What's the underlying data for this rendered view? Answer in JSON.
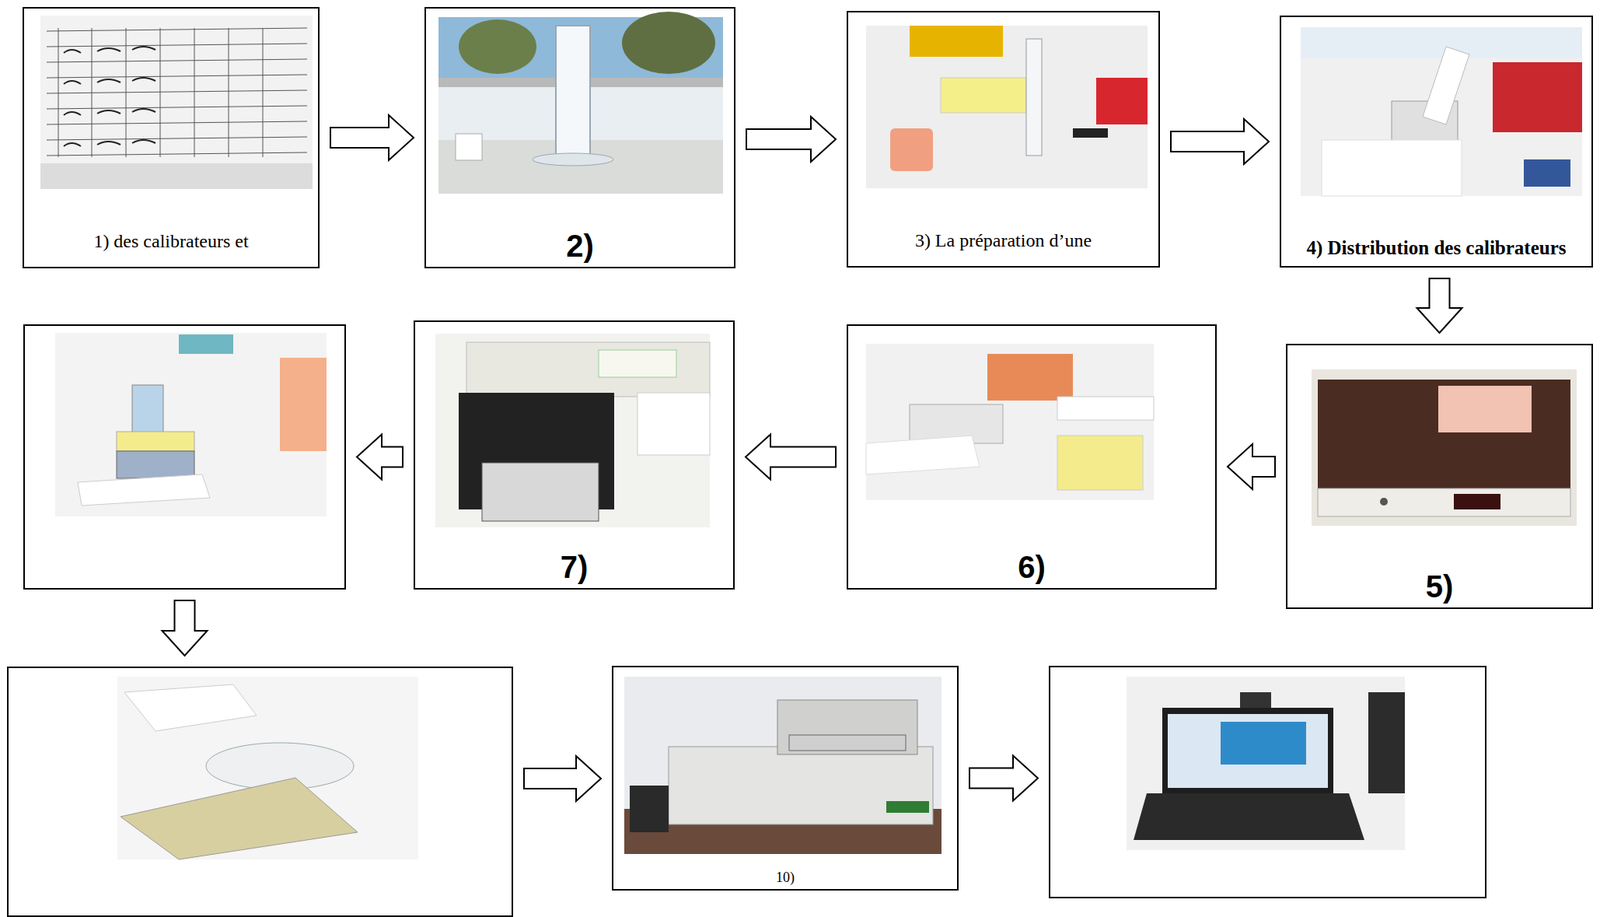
{
  "diagram": {
    "nodes": [
      {
        "text": [
          "1) des calibrateurs et"
        ]
      },
      {
        "text": [
          "2)"
        ]
      },
      {
        "text": [
          "3) La préparation d’une"
        ]
      },
      {
        "text": [
          "4) Distribution des calibrateurs"
        ]
      },
      {
        "text": [
          "5)"
        ]
      },
      {
        "text": [
          "6)"
        ]
      },
      {
        "text": [
          "7)"
        ]
      },
      {
        "text": []
      },
      {
        "text": []
      },
      {
        "text": [
          "10)"
        ]
      },
      {
        "text": []
      }
    ],
    "edges": [
      {
        "from": 0,
        "to": 1,
        "arrow": "to"
      },
      {
        "from": 1,
        "to": 2,
        "arrow": "to"
      },
      {
        "from": 2,
        "to": 3,
        "arrow": "to"
      },
      {
        "from": 3,
        "to": 4,
        "arrow": "to"
      },
      {
        "from": 4,
        "to": 5,
        "arrow": "to"
      },
      {
        "from": 5,
        "to": 6,
        "arrow": "to"
      },
      {
        "from": 6,
        "to": 7,
        "arrow": "to"
      },
      {
        "from": 7,
        "to": 8,
        "arrow": "to"
      },
      {
        "from": 8,
        "to": 9,
        "arrow": "to"
      },
      {
        "from": 9,
        "to": 10,
        "arrow": "to"
      }
    ]
  }
}
